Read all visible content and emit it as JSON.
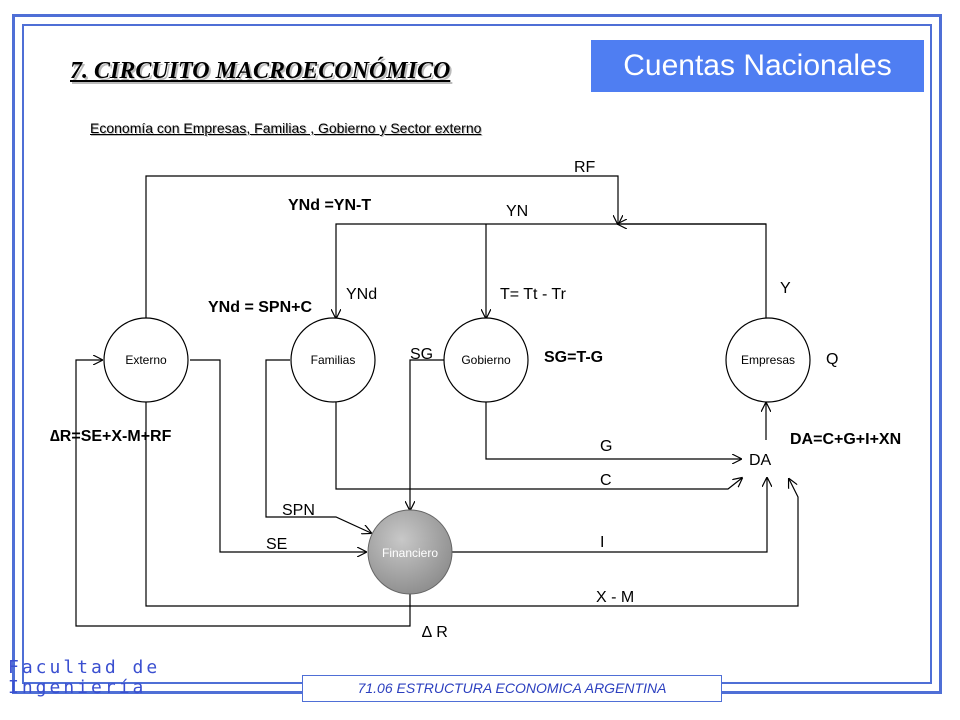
{
  "header": {
    "badge": "Cuentas Nacionales"
  },
  "title": "7. CIRCUITO MACROECONÓMICO",
  "subtitle": "Economía con Empresas, Familias , Gobierno y Sector externo",
  "footer": {
    "course": "71.06 ESTRUCTURA ECONOMICA ARGENTINA",
    "faculty_line1": "Facultad de",
    "faculty_line2": "Ingeniería"
  },
  "nodes": {
    "externo": "Externo",
    "familias": "Familias",
    "gobierno": "Gobierno",
    "empresas": "Empresas",
    "financiero": "Financiero"
  },
  "labels": {
    "rf": "RF",
    "ynd_eq1": "YNd =YN-T",
    "yn": "YN",
    "y": "Y",
    "t": "T= Tt - Tr",
    "ynd": "YNd",
    "ynd_eq2": "YNd = SPN+C",
    "sg": "SG",
    "sg_eq": "SG=T-G",
    "q": "Q",
    "dr_eq": "∆R=SE+X-M+RF",
    "da_eq": "DA=C+G+I+XN",
    "g": "G",
    "da": "DA",
    "c": "C",
    "spn": "SPN",
    "se": "SE",
    "i": "I",
    "xm": "X - M",
    "dr": "∆ R"
  },
  "colors": {
    "frame": "#4f6fd6",
    "badge": "#4f7ef2",
    "financiero": "#a6a6a6"
  }
}
